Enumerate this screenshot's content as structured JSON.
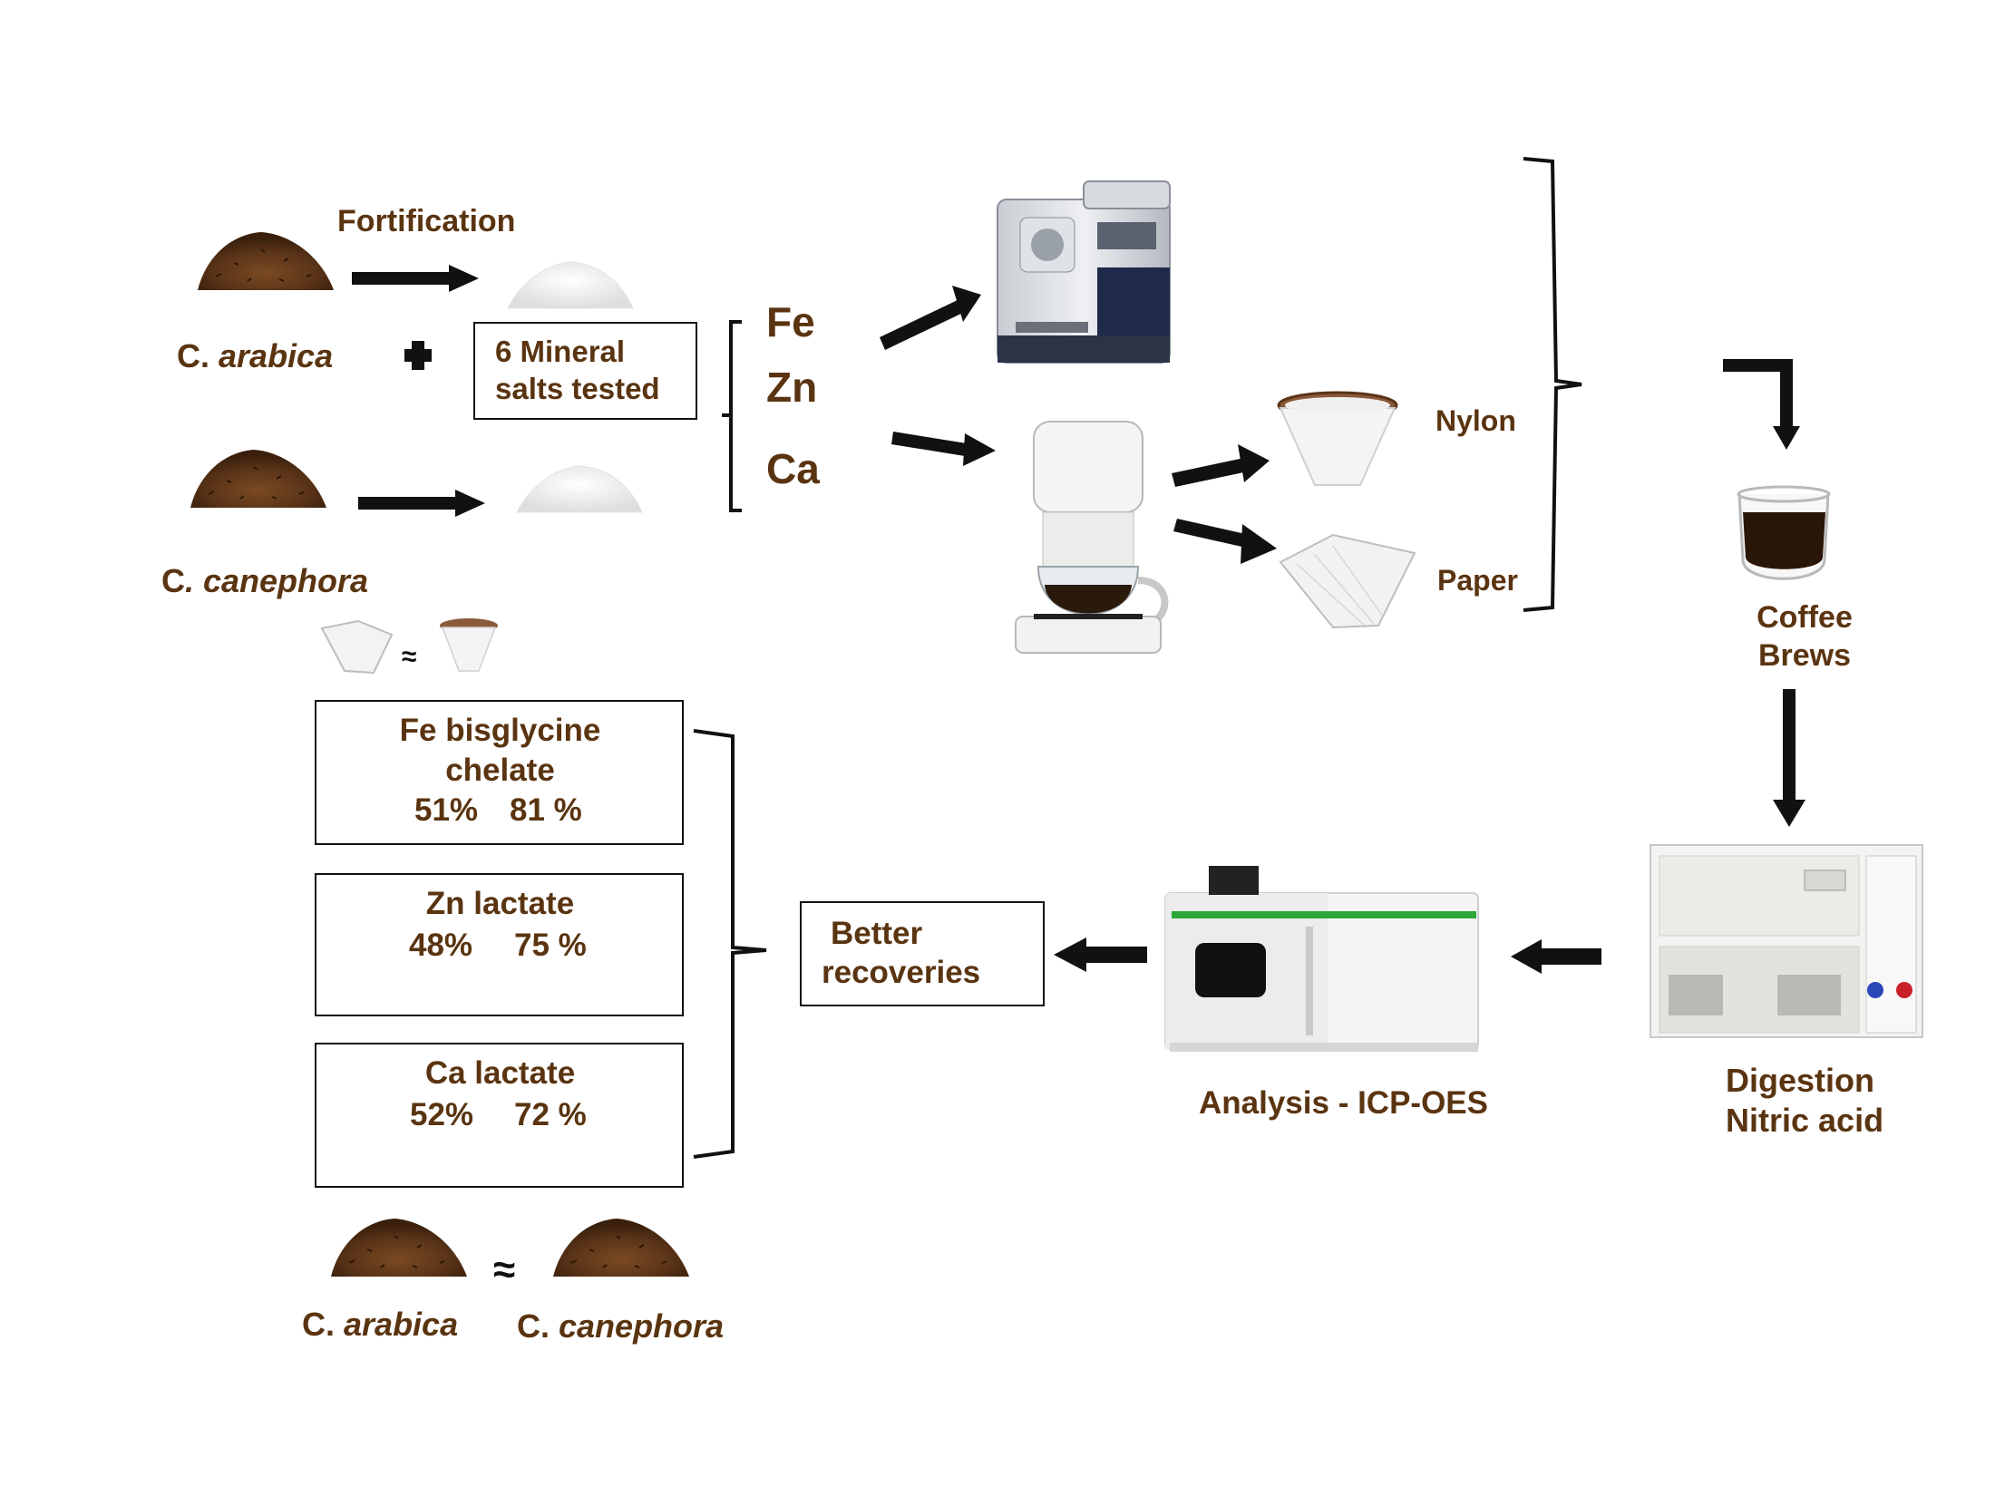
{
  "labels": {
    "fortification": "Fortification",
    "arabica_prefix": "C. ",
    "arabica_name": "arabica",
    "canephora_prefix": "C",
    "canephora_name": ". canephora",
    "minerals_line1": "6 Mineral",
    "minerals_line2": "salts tested",
    "fe": "Fe",
    "zn": "Zn",
    "ca": "Ca",
    "nylon": "Nylon",
    "paper": "Paper",
    "coffee_brews_line1": "Coffee",
    "coffee_brews_line2": "Brews",
    "digestion_line1": "Digestion",
    "digestion_line2": "Nitric acid",
    "analysis": "Analysis - ICP-OES",
    "better_line1": "Better",
    "better_line2": "recoveries",
    "approx": "≈"
  },
  "results": [
    {
      "name_line1": "Fe bisglycine",
      "name_line2": "chelate",
      "drip_pct": "51%",
      "espresso_pct": "81 %"
    },
    {
      "name_line1": "Zn lactate",
      "name_line2": "",
      "drip_pct": "48%",
      "espresso_pct": "75 %"
    },
    {
      "name_line1": "Ca  lactate",
      "name_line2": "",
      "drip_pct": "52%",
      "espresso_pct": "72 %"
    }
  ],
  "bottom_species": {
    "arabica_prefix": "C. ",
    "arabica_name": "arabica",
    "canephora_prefix": "C. ",
    "canephora_name": "canephora"
  },
  "icons": [
    "ground-coffee-pile",
    "white-powder-pile",
    "espresso-machine",
    "drip-coffee-maker",
    "nylon-filter",
    "paper-filter",
    "coffee-glass",
    "icp-oes-instrument",
    "digestion-block"
  ],
  "colors": {
    "text": "#5a3410",
    "arrow": "#111111",
    "coffee": "#5b3418",
    "navy": "#1f2a4a"
  }
}
